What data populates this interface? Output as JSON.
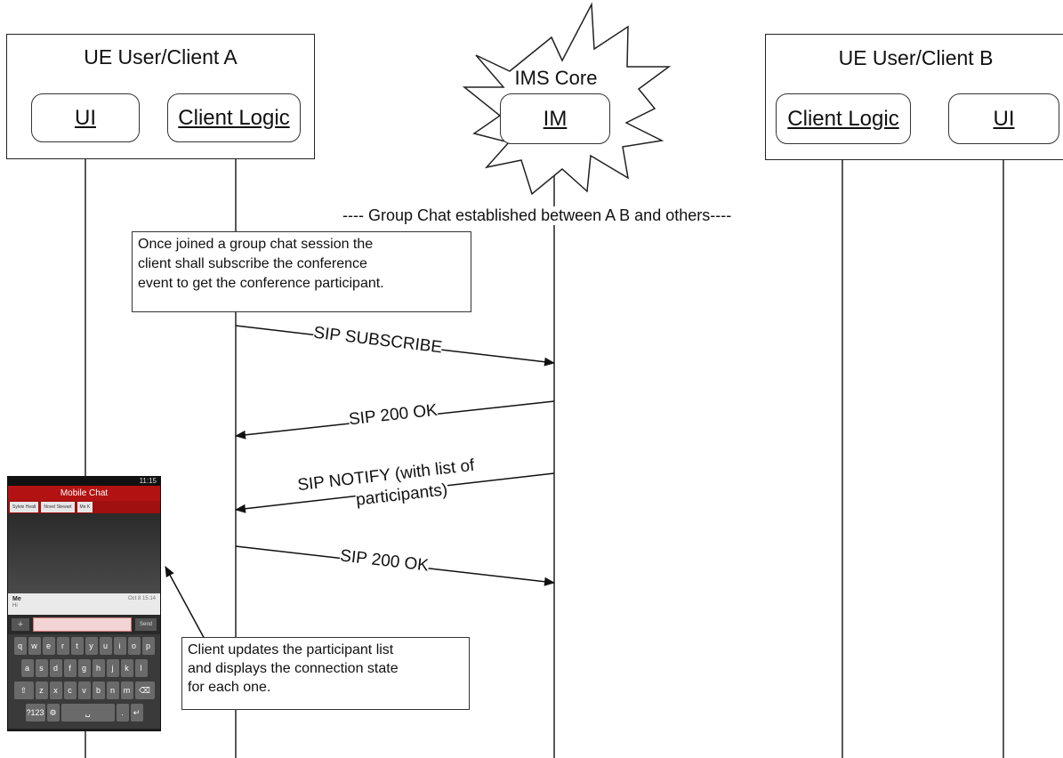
{
  "groups": {
    "client_a": {
      "title": "UE User/Client A"
    },
    "ims_core": {
      "title": "IMS Core"
    },
    "client_b": {
      "title": "UE User/Client B"
    }
  },
  "lifelines": {
    "a_ui": "UI",
    "a_logic": "Client Logic",
    "im": "IM",
    "b_logic": "Client Logic",
    "b_ui": "UI"
  },
  "banner": "---- Group Chat established between A B and others----",
  "note_subscribe": [
    "Once joined a group chat session the",
    "client shall subscribe the conference",
    "event to get the conference participant."
  ],
  "messages": {
    "subscribe": "SIP SUBSCRIBE",
    "ok1": "SIP 200 OK",
    "notify_line1": "SIP NOTIFY (with list of",
    "notify_line2": "participants)",
    "ok2": "SIP 200 OK"
  },
  "note_update": [
    "Client updates the participant list",
    "and displays the connection state",
    "for each one."
  ],
  "phone": {
    "status": "11:15",
    "title": "Mobile Chat",
    "tabs": [
      "Sylvie Healt",
      "Novel Stewart",
      "Me K"
    ],
    "message_sender": "Me",
    "message_time": "Oct 8 15:14",
    "message_text": "Hi",
    "plus_label": "+",
    "send_label": "Send",
    "keyboard_rows": [
      [
        "q",
        "w",
        "e",
        "r",
        "t",
        "y",
        "u",
        "i",
        "o",
        "p"
      ],
      [
        "a",
        "s",
        "d",
        "f",
        "g",
        "h",
        "j",
        "k",
        "l"
      ],
      [
        "⇧",
        "z",
        "x",
        "c",
        "v",
        "b",
        "n",
        "m",
        "⌫"
      ],
      [
        "?123",
        "⚙",
        "␣",
        ".",
        "↵"
      ]
    ]
  },
  "colors": {
    "line": "#222222",
    "phone_header": "#b31212"
  }
}
